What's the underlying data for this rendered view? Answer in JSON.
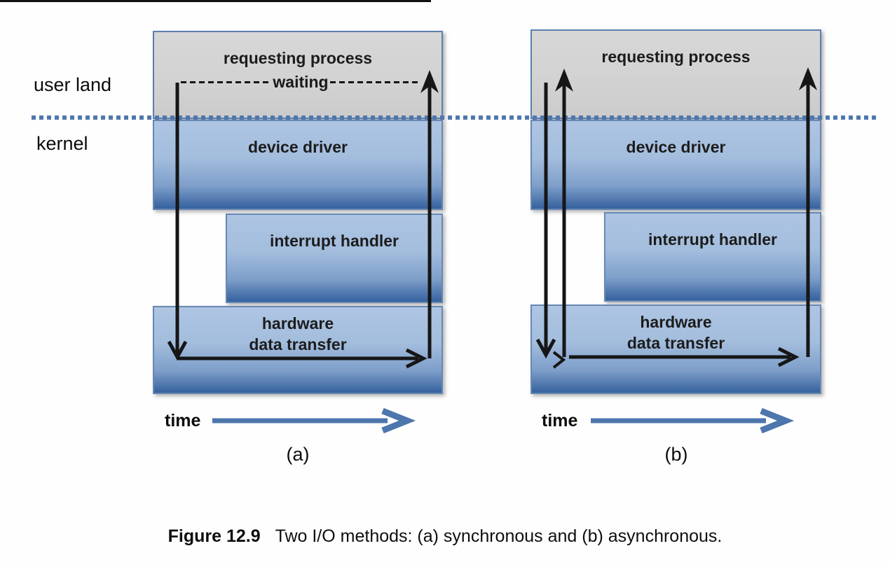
{
  "regions": {
    "user_land": "user land",
    "kernel": "kernel"
  },
  "panel_a": {
    "id_label": "(a)",
    "requesting_process": "requesting process",
    "waiting_label": "waiting",
    "device_driver": "device driver",
    "interrupt_handler": "interrupt handler",
    "hardware_line1": "hardware",
    "hardware_line2": "data transfer",
    "time_label": "time"
  },
  "panel_b": {
    "id_label": "(b)",
    "requesting_process": "requesting process",
    "device_driver": "device driver",
    "interrupt_handler": "interrupt handler",
    "hardware_line1": "hardware",
    "hardware_line2": "data transfer",
    "time_label": "time"
  },
  "caption": {
    "figure_label": "Figure 12.9",
    "text": "Two I/O methods: (a) synchronous and (b) asynchronous."
  },
  "colors": {
    "box_blue_top": "#aec5e3",
    "box_blue_bottom": "#35619e",
    "box_gray": "#d2d2d2",
    "box_border_blue": "#5b80b0",
    "dotted_separator": "#4f77ad",
    "time_arrow": "#4d76ac",
    "flow_arrow": "#1a1a1a"
  }
}
